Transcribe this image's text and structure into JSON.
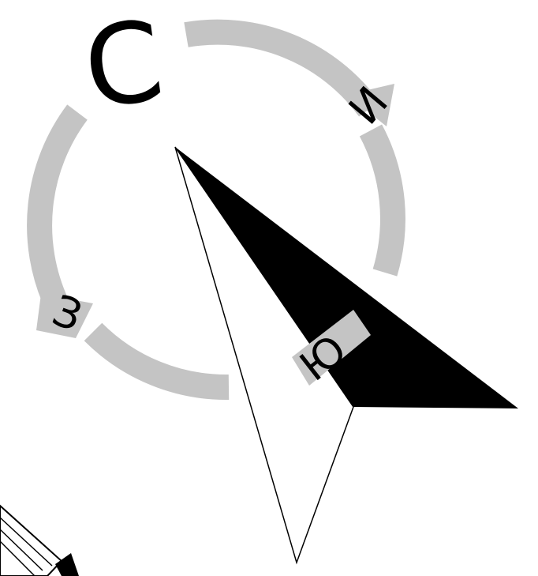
{
  "compass": {
    "north_label": "С",
    "east_label": "И",
    "south_label": "Ю",
    "west_label": "З"
  },
  "colors": {
    "ring": "#c4c4c4",
    "needle_dark": "#000000",
    "needle_light": "#ffffff",
    "label": "#000000",
    "background": "#ffffff"
  }
}
